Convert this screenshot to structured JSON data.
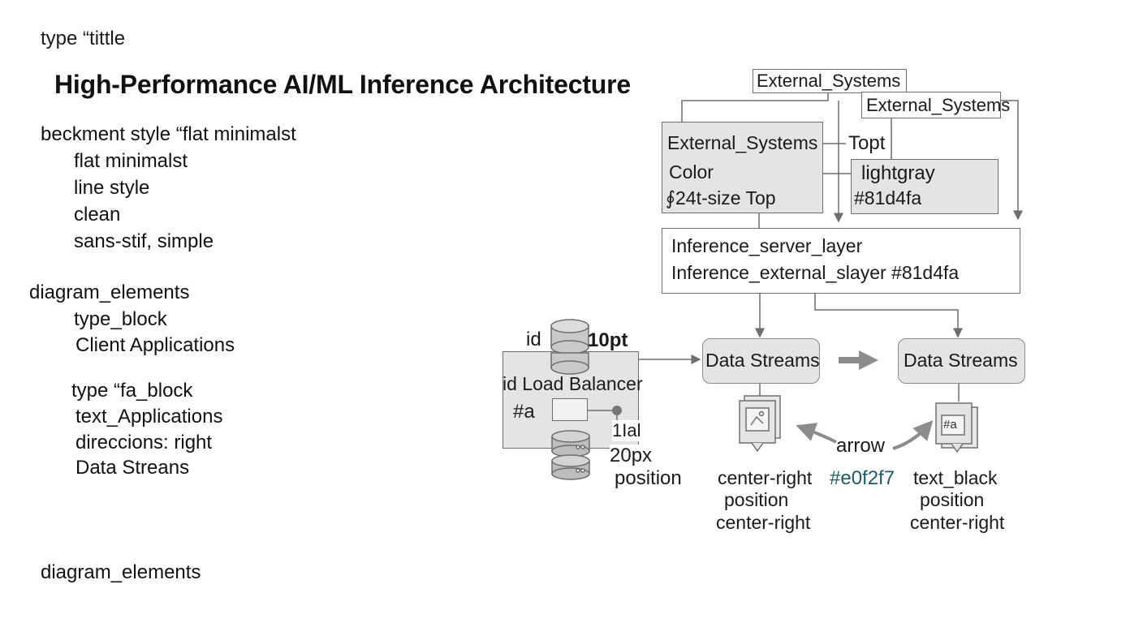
{
  "left_panel": {
    "title_label": "type “tittle",
    "main_title": "High-Performance AI/ML Inference Architecture",
    "style_heading": "beckment style “flat minimalst",
    "style_items": [
      "flat minimalst",
      "line style",
      "clean",
      "sans-stif, simple"
    ],
    "elements_heading": "diagram_elements",
    "block1": [
      "type_block",
      "Client Applications"
    ],
    "block2": [
      "type “fa_block",
      "text_Applications",
      "direccions: right",
      "Data Streans"
    ],
    "footer_heading": "diagram_elements"
  },
  "diagram": {
    "ext_top_1": "External_Systems",
    "ext_top_2": "External_Systems",
    "ext_gray": [
      "External_Systems",
      "Color",
      "∮24t-size Top"
    ],
    "topt_label": "Topt",
    "lightgray_box": [
      "lightgray",
      "#81d4fa"
    ],
    "inference_box": [
      "Inference_server_layer",
      "Inference_external_slayer  #81d4fa"
    ],
    "lb_id": "id",
    "lb_size": "10pt",
    "lb_title": "id Load Balancer",
    "lb_hash": "#a",
    "lb_side_1": "1Ial",
    "lb_side_2": "20px",
    "lb_position": "position",
    "ds_left": "Data Streams",
    "ds_right": "Data Streams",
    "doc_right_icon_text": "#a",
    "arrow_label": "arrow",
    "color_label": "#e0f2f7",
    "left_caption": [
      "center-right",
      "position",
      "center-right"
    ],
    "right_caption": [
      "text_black",
      "position",
      "center-right"
    ]
  },
  "colors": {
    "line": "#6e6e6e",
    "fill": "#e4e4e4",
    "accent_text": "#1f5a66",
    "arrow": "#8c8c8c"
  }
}
